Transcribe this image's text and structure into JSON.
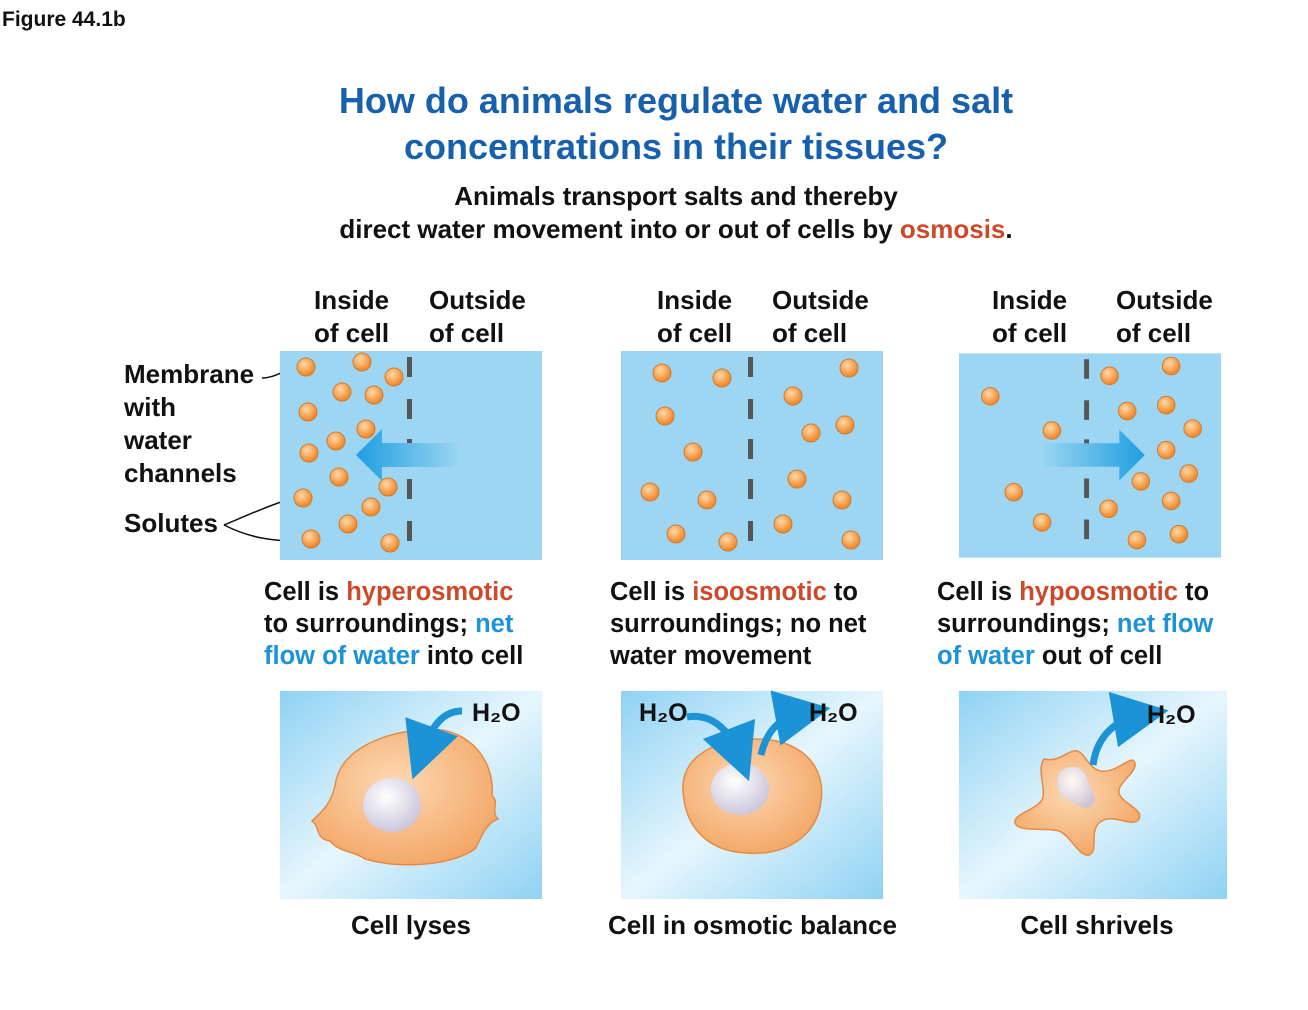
{
  "figure_label": "Figure 44.1b",
  "title_lines": [
    "How do animals regulate water and salt",
    "concentrations in their tissues?"
  ],
  "subtitle": {
    "line1": "Animals transport salts and thereby",
    "line2_pre": "direct water movement into or out of cells by ",
    "line2_highlight": "osmosis",
    "line2_post": "."
  },
  "left_labels": {
    "membrane": [
      "Membrane",
      "with",
      "water",
      "channels"
    ],
    "solutes": "Solutes"
  },
  "column_headers": {
    "inside": [
      "Inside",
      "of cell"
    ],
    "outside": [
      "Outside",
      "of cell"
    ]
  },
  "panels": [
    {
      "id": "hyperosmotic",
      "desc": {
        "l1_pre": "Cell is ",
        "l1_term": "hyperosmotic",
        "l2_pre": "to surroundings; ",
        "l2_blue": "net",
        "l3_blue": "flow of water",
        "l3_post": " into cell"
      },
      "water_label": "H₂O",
      "caption": "Cell lyses"
    },
    {
      "id": "isoosmotic",
      "desc": {
        "l1_pre": "Cell is ",
        "l1_term": "isoosmotic",
        "l1_post": " to",
        "l2": "surroundings; no net",
        "l3": "water movement"
      },
      "water_label_in": "H₂O",
      "water_label_out": "H₂O",
      "caption": "Cell in osmotic balance"
    },
    {
      "id": "hypoosmotic",
      "desc": {
        "l1_pre": "Cell is ",
        "l1_term": "hypoosmotic",
        "l1_post": " to",
        "l2_pre": "surroundings; ",
        "l2_blue": "net flow",
        "l3_blue": "of water",
        "l3_post": " out of cell"
      },
      "water_label": "H₂O",
      "caption": "Cell shrivels"
    }
  ],
  "colors": {
    "title_blue": "#1660ad",
    "term_red": "#cc4a2a",
    "flow_blue": "#1b93d6",
    "tank_fill": "#9cd6f2",
    "solute_orange": "#f39a45",
    "cell_peach": "#f7b27a"
  }
}
